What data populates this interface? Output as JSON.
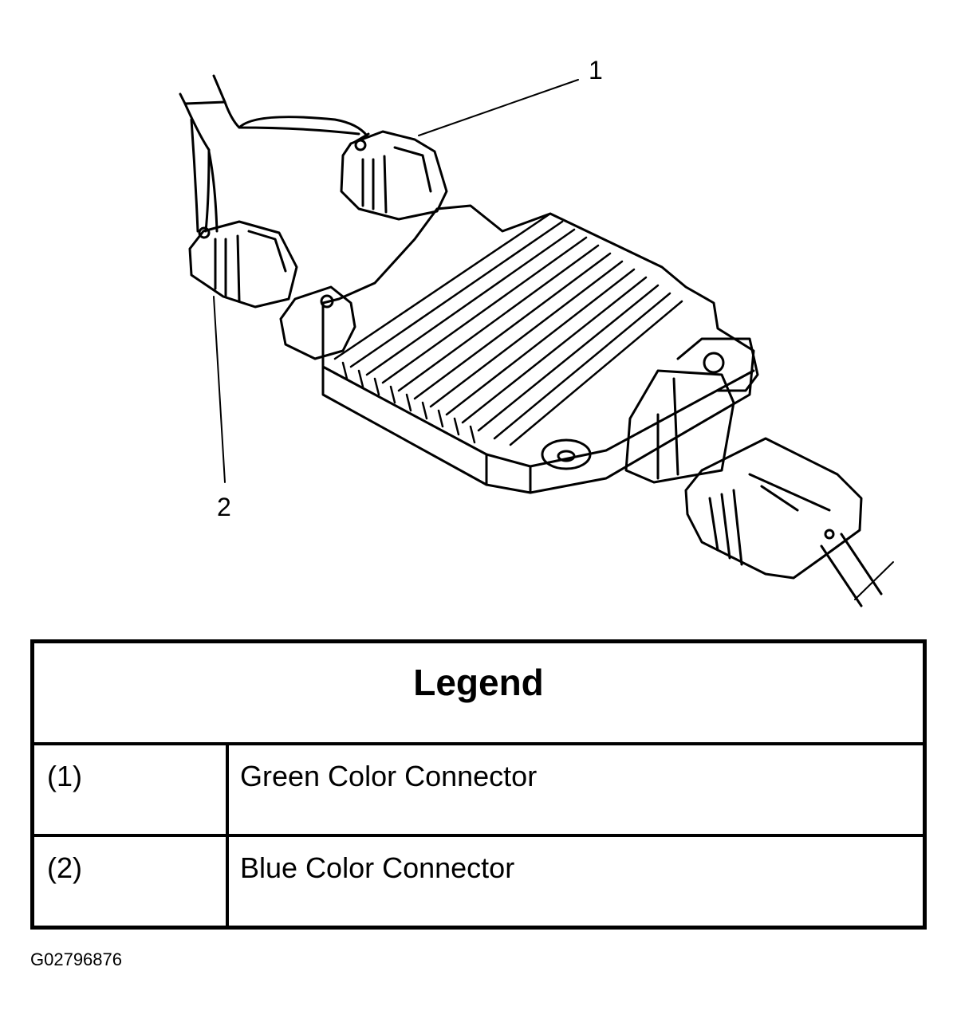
{
  "callouts": [
    "1",
    "2"
  ],
  "legend": {
    "title": "Legend",
    "rows": [
      {
        "key": "(1)",
        "value": "Green Color Connector"
      },
      {
        "key": "(2)",
        "value": "Blue Color Connector"
      }
    ]
  },
  "figure_id": "G02796876"
}
